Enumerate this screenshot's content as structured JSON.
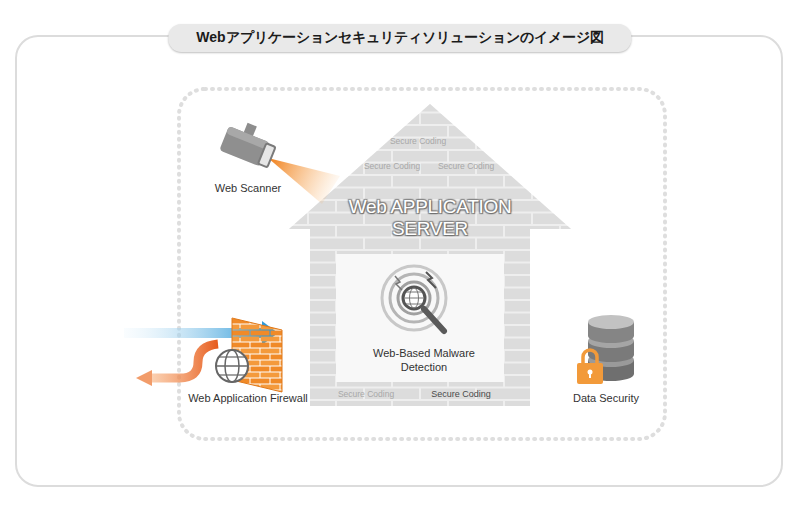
{
  "diagram": {
    "title": "Webアプリケーションセキュリティソリューションのイメージ図",
    "nodes": [
      {
        "text": [
          "Web Scanner"
        ]
      },
      {
        "text": [
          "Web APPLICATION SERVER"
        ]
      },
      {
        "text": [
          "Web-Based Malware Detection"
        ],
        "in": 1
      },
      {
        "text": [
          "Web Application Firewall"
        ]
      },
      {
        "text": [
          "Data Security"
        ]
      }
    ],
    "labels": [
      "Secure Coding",
      "Secure Coding",
      "Secure Coding",
      "Secure Coding",
      "Secure Coding"
    ]
  }
}
